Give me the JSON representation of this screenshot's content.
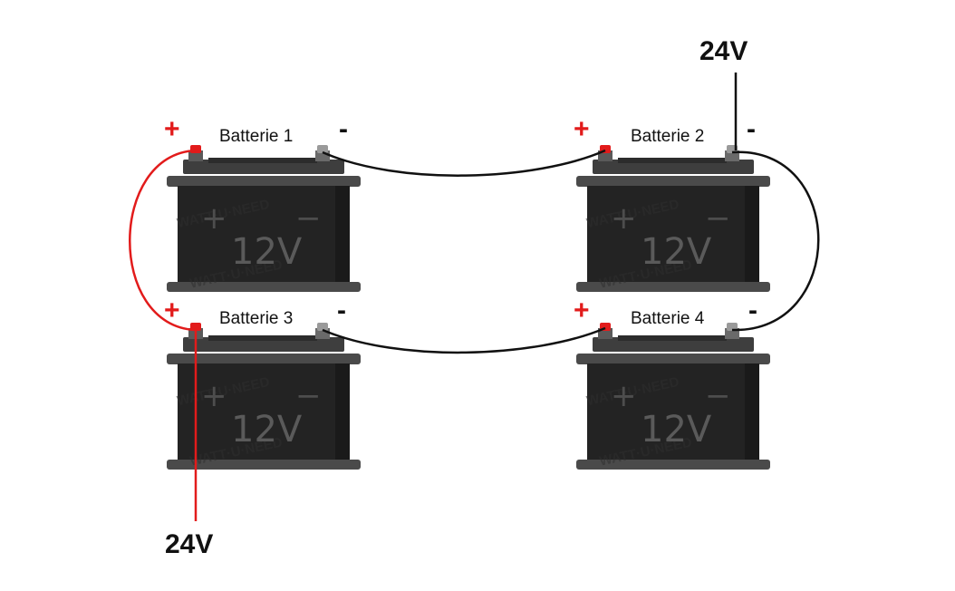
{
  "batteries": [
    {
      "label": "Batterie 1",
      "voltage": "12V",
      "plus": "+",
      "minus": "-"
    },
    {
      "label": "Batterie 2",
      "voltage": "12V",
      "plus": "+",
      "minus": "-"
    },
    {
      "label": "Batterie 3",
      "voltage": "12V",
      "plus": "+",
      "minus": "-"
    },
    {
      "label": "Batterie 4",
      "voltage": "12V",
      "plus": "+",
      "minus": "-"
    }
  ],
  "outputs": {
    "top_right": "24V",
    "bottom_left": "24V"
  },
  "watermark": "WATT·U·NEED",
  "colors": {
    "positive_wire": "#e21b1b",
    "negative_wire": "#111111",
    "battery_body": "#232323",
    "plus_sign": "#e21b1b"
  }
}
